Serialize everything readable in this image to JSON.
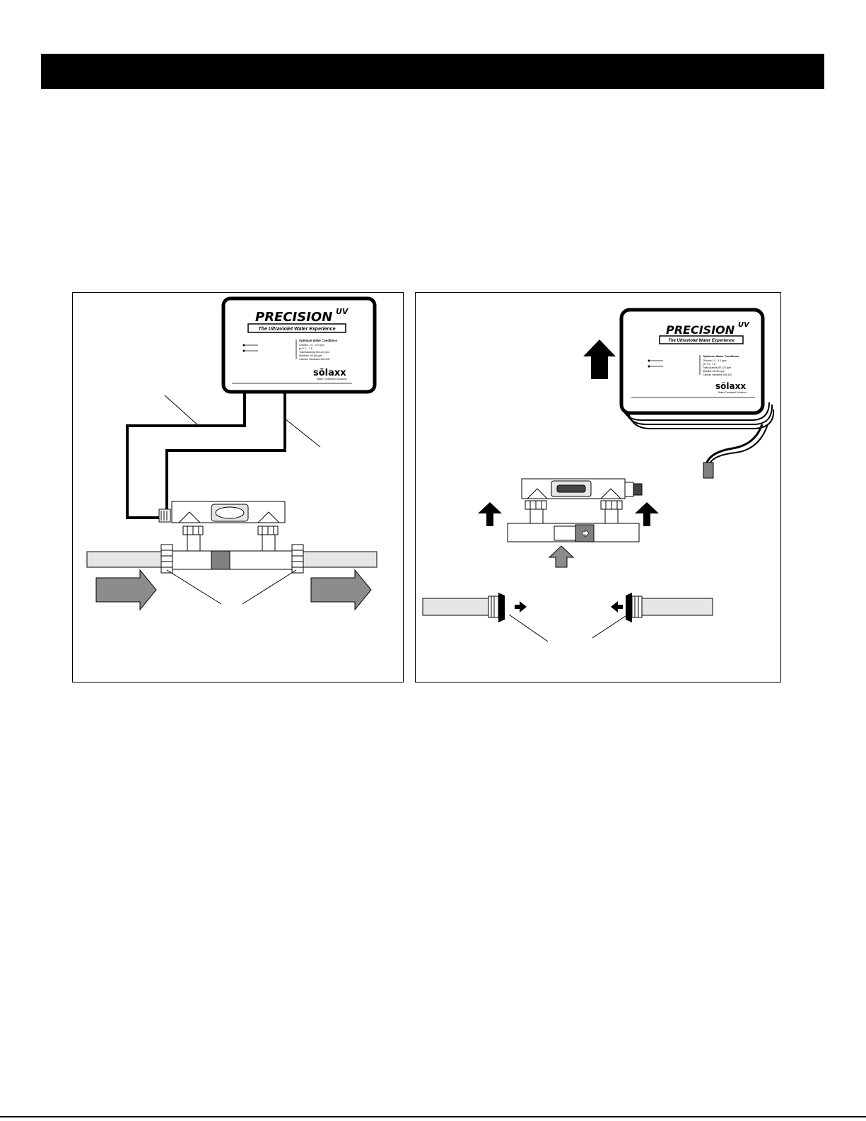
{
  "unit_label": {
    "brand": "PRECISION",
    "brand_suffix": "UV",
    "tagline": "The Ultraviolet Water Experience",
    "conditions_title": "Optimum Water Conditions",
    "conditions": [
      "Chlorine 1.0 - 3.0 ppm",
      "pH 7.2 - 7.6",
      "Total Alkalinity 80-120 ppm",
      "Stabilizer 30-80 ppm",
      "Calcium Hardness 200-400"
    ],
    "manufacturer": "sōlaxx",
    "manufacturer_tagline": "Water Treatment Solutions"
  },
  "colors": {
    "pipe": "#e6e6e6",
    "flow_arrow": "#8c8c8c",
    "sleeve": "#808080",
    "outline": "#000000"
  },
  "icons": {
    "flow_arrow": "right-arrow-icon",
    "lift_arrow": "up-arrow-icon",
    "push_arrow": "left-right-arrow-icon"
  }
}
